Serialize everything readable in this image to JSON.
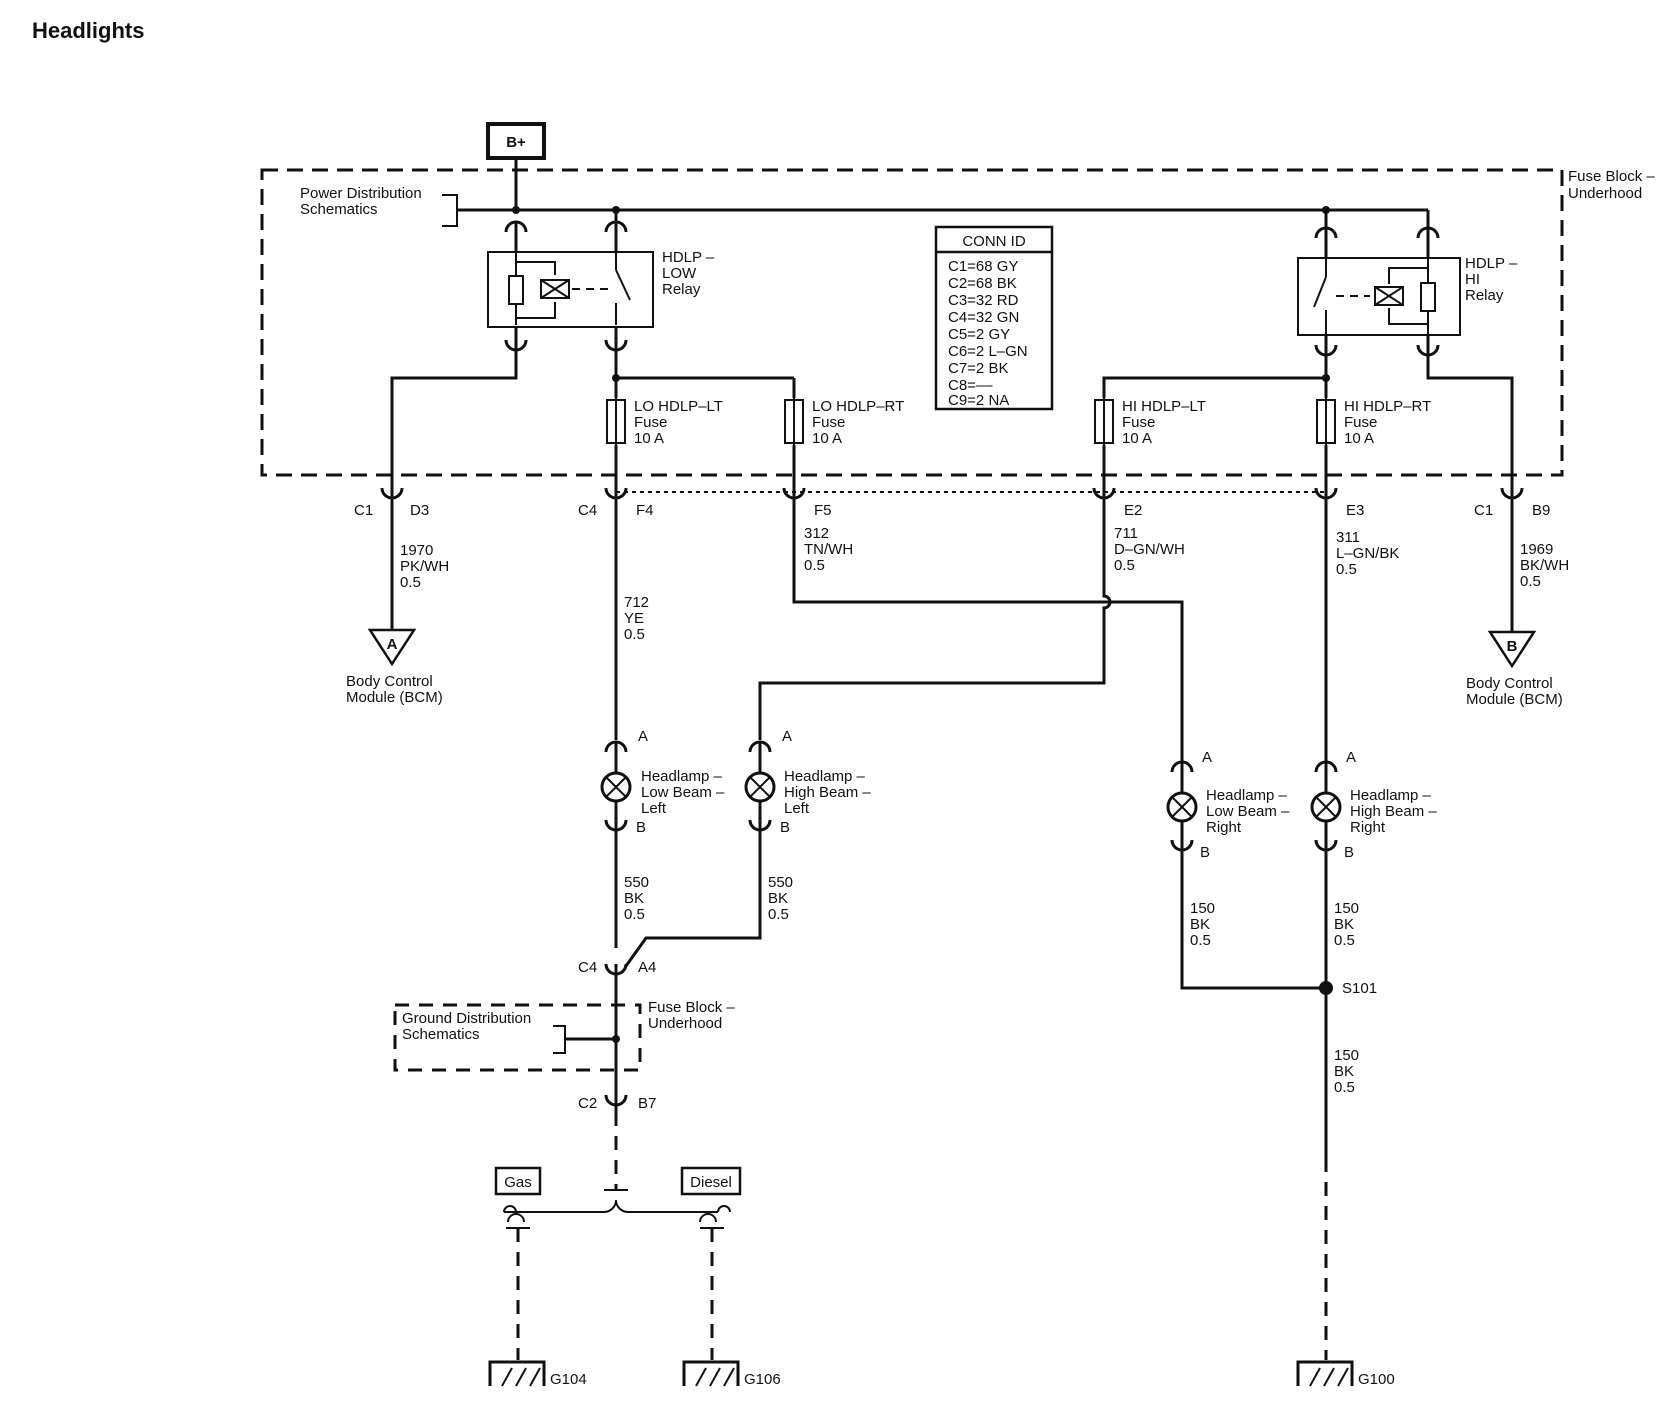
{
  "title": "Headlights",
  "power_source": "B+",
  "fuse_block": {
    "line1": "Fuse Block –",
    "line2": "Underhood"
  },
  "power_distribution": {
    "line1": "Power Distribution",
    "line2": "Schematics"
  },
  "relays": {
    "low": {
      "line1": "HDLP –",
      "line2": "LOW",
      "line3": "Relay"
    },
    "hi": {
      "line1": "HDLP –",
      "line2": "HI",
      "line3": "Relay"
    }
  },
  "conn_id": {
    "header": "CONN ID",
    "rows": [
      "C1=68 GY",
      "C2=68 BK",
      "C3=32 RD",
      "C4=32 GN",
      "C5=2 GY",
      "C6=2 L–GN",
      "C7=2 BK",
      "C8=––",
      "C9=2 NA"
    ]
  },
  "fuses": [
    {
      "name": "LO HDLP–LT",
      "type": "Fuse",
      "rating": "10 A"
    },
    {
      "name": "LO HDLP–RT",
      "type": "Fuse",
      "rating": "10 A"
    },
    {
      "name": "HI HDLP–LT",
      "type": "Fuse",
      "rating": "10 A"
    },
    {
      "name": "HI HDLP–RT",
      "type": "Fuse",
      "rating": "10 A"
    }
  ],
  "connectors": {
    "c1_d3": {
      "conn": "C1",
      "pin": "D3"
    },
    "c4_f4": {
      "conn": "C4",
      "pin": "F4"
    },
    "f5": {
      "pin": "F5"
    },
    "e2": {
      "pin": "E2"
    },
    "e3": {
      "pin": "E3"
    },
    "c1_b9": {
      "conn": "C1",
      "pin": "B9"
    },
    "c4_a4": {
      "conn": "C4",
      "pin": "A4"
    },
    "c2_b7": {
      "conn": "C2",
      "pin": "B7"
    }
  },
  "wires": {
    "w1970": {
      "circuit": "1970",
      "color": "PK/WH",
      "gauge": "0.5"
    },
    "w712": {
      "circuit": "712",
      "color": "YE",
      "gauge": "0.5"
    },
    "w312": {
      "circuit": "312",
      "color": "TN/WH",
      "gauge": "0.5"
    },
    "w711": {
      "circuit": "711",
      "color": "D–GN/WH",
      "gauge": "0.5"
    },
    "w311": {
      "circuit": "311",
      "color": "L–GN/BK",
      "gauge": "0.5"
    },
    "w1969": {
      "circuit": "1969",
      "color": "BK/WH",
      "gauge": "0.5"
    },
    "w550a": {
      "circuit": "550",
      "color": "BK",
      "gauge": "0.5"
    },
    "w550b": {
      "circuit": "550",
      "color": "BK",
      "gauge": "0.5"
    },
    "w150a": {
      "circuit": "150",
      "color": "BK",
      "gauge": "0.5"
    },
    "w150b": {
      "circuit": "150",
      "color": "BK",
      "gauge": "0.5"
    },
    "w150c": {
      "circuit": "150",
      "color": "BK",
      "gauge": "0.5"
    }
  },
  "bcm": {
    "a": {
      "tag": "A",
      "line1": "Body Control",
      "line2": "Module (BCM)"
    },
    "b": {
      "tag": "B",
      "line1": "Body Control",
      "line2": "Module (BCM)"
    }
  },
  "headlamps": [
    {
      "line1": "Headlamp –",
      "line2": "Low Beam –",
      "line3": "Left",
      "pin_a": "A",
      "pin_b": "B"
    },
    {
      "line1": "Headlamp –",
      "line2": "High Beam –",
      "line3": "Left",
      "pin_a": "A",
      "pin_b": "B"
    },
    {
      "line1": "Headlamp –",
      "line2": "Low Beam –",
      "line3": "Right",
      "pin_a": "A",
      "pin_b": "B"
    },
    {
      "line1": "Headlamp –",
      "line2": "High Beam –",
      "line3": "Right",
      "pin_a": "A",
      "pin_b": "B"
    }
  ],
  "splice": "S101",
  "ground_distribution": {
    "line1": "Ground Distribution",
    "line2": "Schematics"
  },
  "ground_fuse_block": {
    "line1": "Fuse Block –",
    "line2": "Underhood"
  },
  "options": {
    "gas": "Gas",
    "diesel": "Diesel"
  },
  "grounds": {
    "g104": "G104",
    "g106": "G106",
    "g100": "G100"
  }
}
